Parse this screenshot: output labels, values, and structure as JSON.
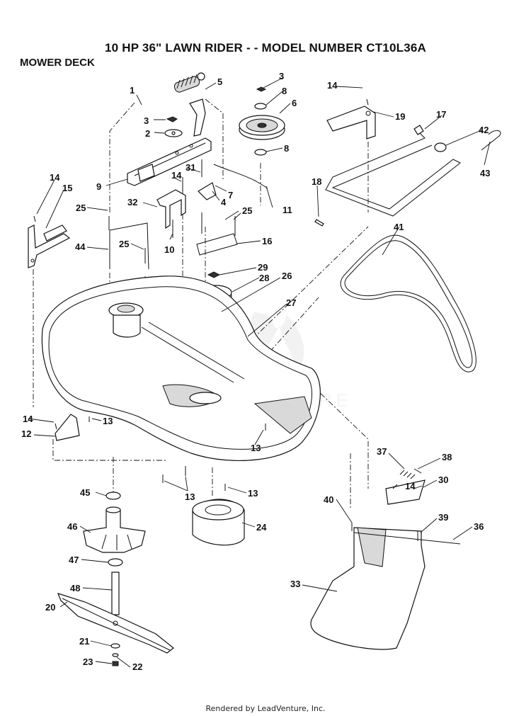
{
  "header": {
    "title": "10 HP 36\" LAWN RIDER - - MODEL NUMBER CT10L36A",
    "subtitle": "MOWER DECK"
  },
  "footer": {
    "credit": "Rendered by LeadVenture, Inc."
  },
  "watermark": {
    "text": "LEADVENTURE"
  },
  "callouts": [
    "1",
    "2",
    "3",
    "3",
    "4",
    "5",
    "6",
    "7",
    "8",
    "8",
    "9",
    "10",
    "11",
    "12",
    "13",
    "13",
    "13",
    "13",
    "13",
    "14",
    "14",
    "14",
    "14",
    "14",
    "15",
    "16",
    "17",
    "18",
    "19",
    "20",
    "21",
    "22",
    "23",
    "24",
    "25",
    "25",
    "25",
    "26",
    "27",
    "28",
    "29",
    "30",
    "31",
    "32",
    "33",
    "36",
    "37",
    "38",
    "39",
    "40",
    "41",
    "42",
    "43",
    "44",
    "45",
    "46",
    "47",
    "48"
  ]
}
